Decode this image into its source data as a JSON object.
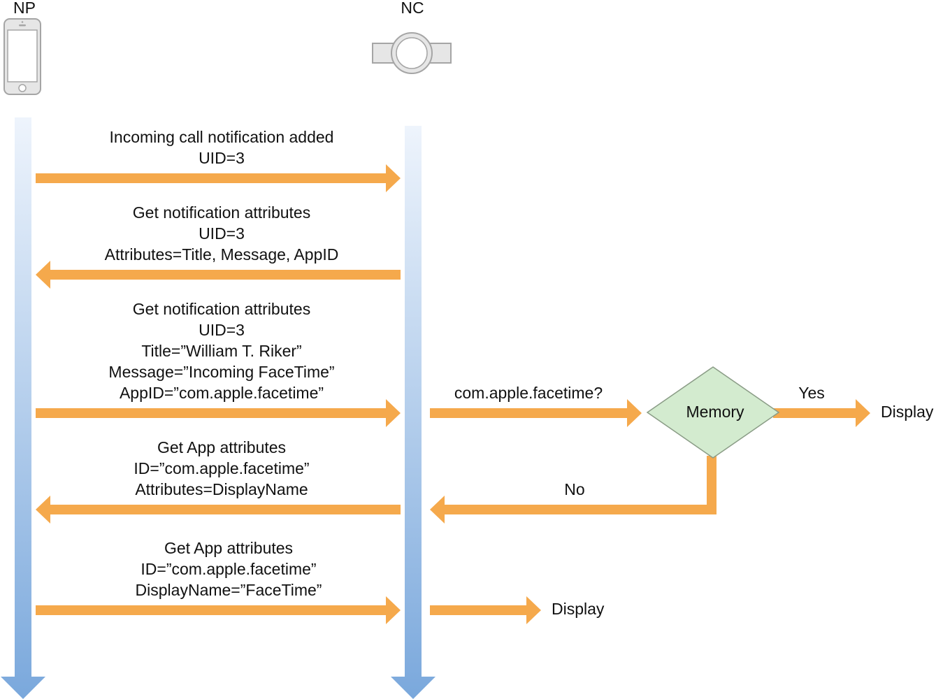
{
  "actors": {
    "np_label": "NP",
    "nc_label": "NC",
    "np_icon": "phone-icon",
    "nc_icon": "watch-icon"
  },
  "messages": [
    {
      "lines": [
        "Incoming call notification added",
        "UID=3"
      ],
      "direction": "to-nc"
    },
    {
      "lines": [
        "Get notification attributes",
        "UID=3",
        "Attributes=Title, Message, AppID"
      ],
      "direction": "to-np"
    },
    {
      "lines": [
        "Get notification attributes",
        "UID=3",
        "Title=”William T. Riker”",
        "Message=”Incoming FaceTime”",
        "AppID=”com.apple.facetime”"
      ],
      "direction": "to-nc"
    },
    {
      "lines": [
        "Get App attributes",
        "ID=”com.apple.facetime”",
        "Attributes=DisplayName"
      ],
      "direction": "to-np"
    },
    {
      "lines": [
        "Get App attributes",
        "ID=”com.apple.facetime”",
        "DisplayName=”FaceTime”"
      ],
      "direction": "to-nc"
    }
  ],
  "flow": {
    "query_label": "com.apple.facetime?",
    "decision_label": "Memory",
    "yes_label": "Yes",
    "no_label": "No",
    "display_yes_label": "Display",
    "display_final_label": "Display"
  },
  "colors": {
    "arrow": "#f5a94c",
    "lifeline_top": "#eef4fc",
    "lifeline_bottom": "#7aa8dc",
    "decision_fill": "#d3ebcf",
    "decision_stroke": "#8a9c86",
    "device_fill": "#e6e6e6",
    "device_stroke": "#a5a5a5"
  }
}
